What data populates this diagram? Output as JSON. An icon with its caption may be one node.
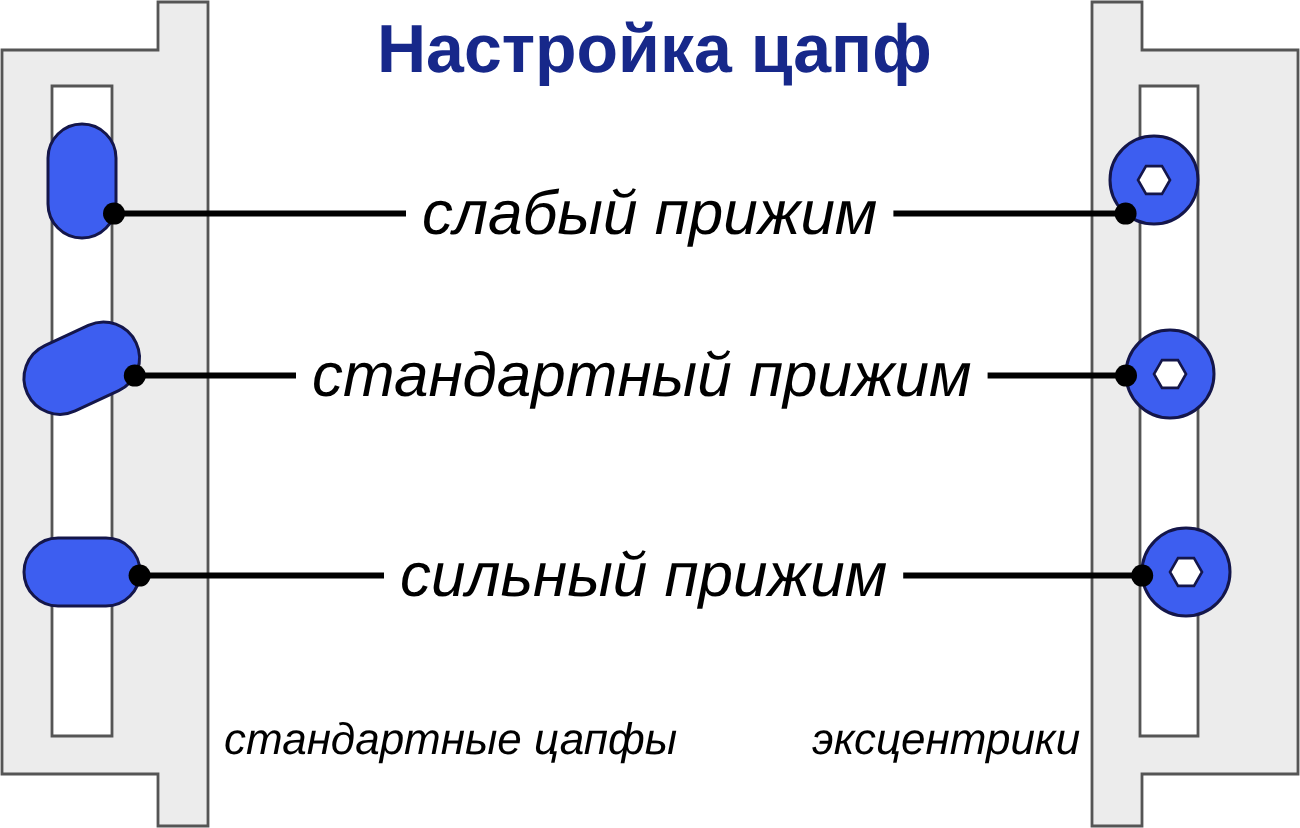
{
  "diagram": {
    "title": "Настройка цапф",
    "nodes": [
      {
        "text": [],
        "shape": "box",
        "beside": [
          "стандартные цапфы"
        ]
      },
      {
        "text": [],
        "shape": "oval",
        "in": 0
      },
      {
        "text": [],
        "shape": "oval",
        "in": 0
      },
      {
        "text": [],
        "shape": "oval",
        "in": 0
      },
      {
        "text": [
          "слабый прижим"
        ]
      },
      {
        "text": [
          "стандартный прижим"
        ]
      },
      {
        "text": [
          "сильный прижим"
        ]
      },
      {
        "text": [],
        "shape": "box",
        "beside": [
          "эксцентрики"
        ]
      },
      {
        "text": [],
        "shape": "circle",
        "in": 7
      },
      {
        "text": [],
        "shape": "circle",
        "in": 7
      },
      {
        "text": [],
        "shape": "circle",
        "in": 7
      }
    ],
    "edges": [
      {
        "from": 4,
        "to": 1,
        "arrow": "other"
      },
      {
        "from": 4,
        "to": 8,
        "arrow": "other"
      },
      {
        "from": 5,
        "to": 2,
        "arrow": "other"
      },
      {
        "from": 5,
        "to": 9,
        "arrow": "other"
      },
      {
        "from": 6,
        "to": 3,
        "arrow": "other"
      },
      {
        "from": 6,
        "to": 10,
        "arrow": "other"
      }
    ]
  }
}
